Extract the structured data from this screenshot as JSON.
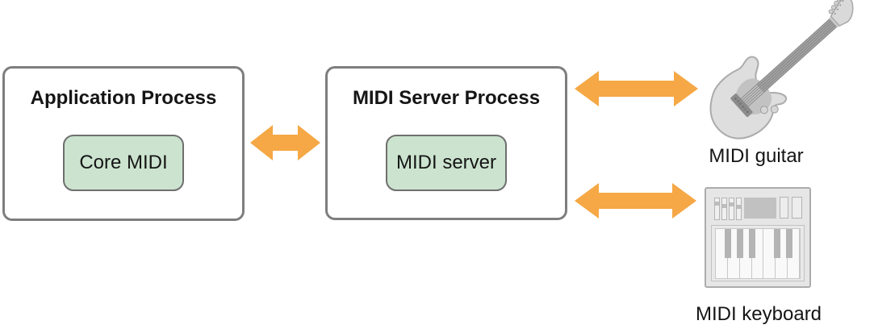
{
  "diagram": {
    "boxes": [
      {
        "title": "Application Process",
        "component": "Core MIDI"
      },
      {
        "title": "MIDI Server Process",
        "component": "MIDI server"
      }
    ],
    "devices": [
      {
        "icon": "midi-guitar-icon",
        "label": "MIDI guitar"
      },
      {
        "icon": "midi-keyboard-icon",
        "label": "MIDI keyboard"
      }
    ],
    "connections": [
      {
        "name": "arrow-app-to-server",
        "type": "bidirectional"
      },
      {
        "name": "arrow-server-to-guitar",
        "type": "bidirectional"
      },
      {
        "name": "arrow-server-to-keyboard",
        "type": "bidirectional"
      }
    ],
    "colors": {
      "arrow": "#F5A845",
      "process_box_border": "#7E7E7E",
      "component_fill": "#CCE4CF",
      "component_border": "#6F6F6F",
      "background": "#FFFFFF"
    }
  }
}
